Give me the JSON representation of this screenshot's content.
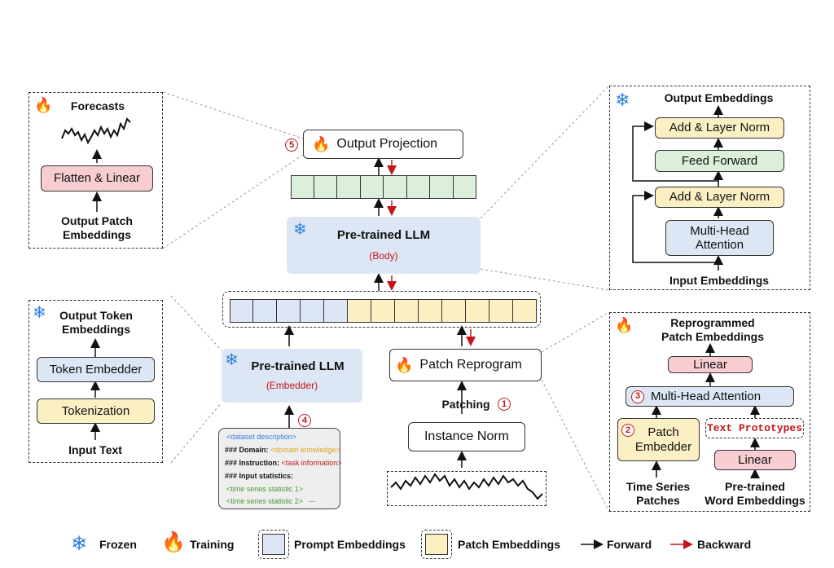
{
  "forecast_panel": {
    "forecasts": "Forecasts",
    "flatten_linear": "Flatten & Linear",
    "output_patch_embeddings": "Output Patch\nEmbeddings"
  },
  "center": {
    "output_projection": "Output Projection",
    "llm_body_title": "Pre-trained LLM",
    "llm_body_sub": "(Body)",
    "llm_embedder_title": "Pre-trained LLM",
    "llm_embedder_sub": "(Embedder)",
    "patch_reprogram": "Patch Reprogram",
    "patching": "Patching",
    "instance_norm": "Instance Norm",
    "step1": "1",
    "step4": "4",
    "step5": "5"
  },
  "prompt": {
    "line1": "<dataset description>",
    "domain_key": "### Domain: ",
    "domain_val": "<domain knowledge>",
    "instruction_key": "### Instruction: ",
    "instruction_val": "<task information>",
    "stats_key": "### Input statistics:",
    "stat1": "<time series statistic 1>",
    "stat2": "<time series statistic 2>",
    "ellipsis": "···"
  },
  "transformer_panel": {
    "output_embeddings": "Output Embeddings",
    "add_norm_top": "Add & Layer Norm",
    "feed_forward": "Feed Forward",
    "add_norm_bottom": "Add & Layer Norm",
    "mha": "Multi-Head\nAttention",
    "input_embeddings": "Input Embeddings"
  },
  "token_panel": {
    "output_token_embeddings": "Output Token\nEmbeddings",
    "token_embedder": "Token Embedder",
    "tokenization": "Tokenization",
    "input_text": "Input Text"
  },
  "reprogram_panel": {
    "reprogrammed": "Reprogrammed\nPatch Embeddings",
    "linear_top": "Linear",
    "mha": "Multi-Head Attention",
    "patch_embedder": "Patch\nEmbedder",
    "text_prototypes": "Text Prototypes",
    "linear_bottom": "Linear",
    "ts_patches": "Time Series\nPatches",
    "word_embeddings": "Pre-trained\nWord Embeddings",
    "step2": "2",
    "step3": "3"
  },
  "legend": {
    "frozen": "Frozen",
    "training": "Training",
    "prompt_embeddings": "Prompt Embeddings",
    "patch_embeddings": "Patch Embeddings",
    "forward": "Forward",
    "backward": "Backward"
  },
  "icons": {
    "frozen_icon": "snowflake-icon",
    "training_icon": "flame-icon"
  },
  "colors": {
    "frozen_blue": "#2f7fd8",
    "training_orange": "#e8751a",
    "backward_red": "#c0161b",
    "prompt_embedding_fill": "#dce6f4",
    "patch_embedding_fill": "#fbefc4",
    "output_embedding_fill": "#dcefdb",
    "linear_fill": "#f7cdd2"
  }
}
